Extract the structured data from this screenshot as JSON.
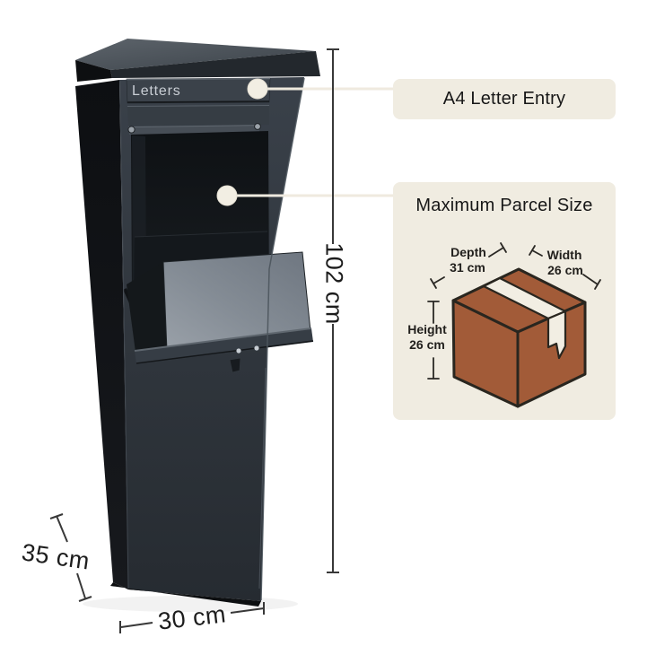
{
  "figure": {
    "mailbox_label": "Letters",
    "dimensions": {
      "height": "102 cm",
      "depth": "35 cm",
      "width": "30 cm"
    },
    "callouts": {
      "letter_entry": "A4 Letter Entry",
      "parcel": {
        "title": "Maximum Parcel Size",
        "depth": {
          "label": "Depth",
          "value": "31 cm"
        },
        "width": {
          "label": "Width",
          "value": "26 cm"
        },
        "height": {
          "label": "Height",
          "value": "26 cm"
        }
      }
    },
    "colors": {
      "panel_bg": "#f0ece1",
      "callout_line": "#efeadf",
      "parcel_brown": "#a25b38",
      "tape_cream": "#f2eee3",
      "diagram_outline": "#29261f",
      "mailbox_body": "#2e353c",
      "dimension_line": "#383838"
    }
  }
}
